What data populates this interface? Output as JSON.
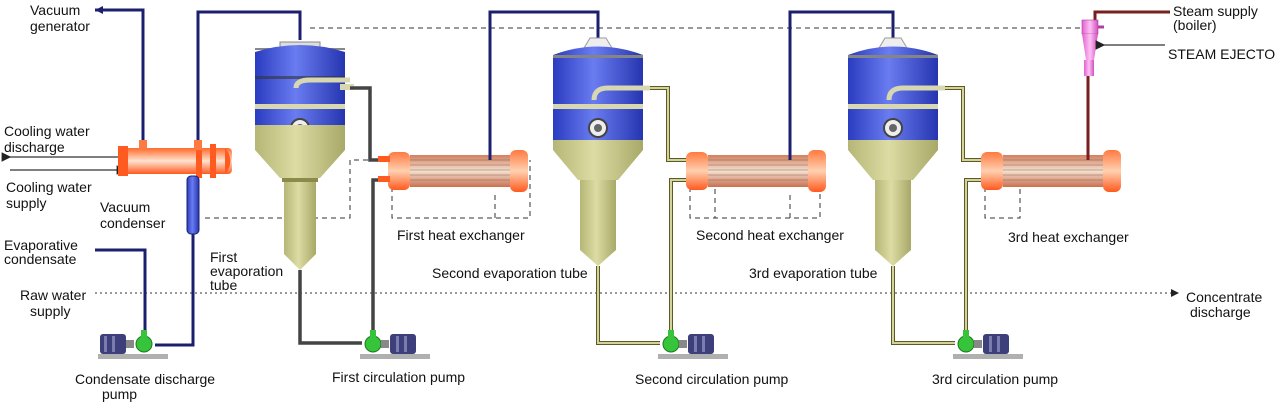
{
  "labels": {
    "vacuum_generator": [
      "Vacuum",
      "generator"
    ],
    "cooling_water_discharge": [
      "Cooling water",
      "discharge"
    ],
    "cooling_water_supply": [
      "Cooling water",
      "supply"
    ],
    "vacuum_condenser": [
      "Vacuum",
      "condenser"
    ],
    "evaporative_condensate": [
      "Evaporative",
      "condensate"
    ],
    "raw_water_supply": [
      "Raw water",
      "supply"
    ],
    "first_evaporation_tube": [
      "First",
      "evaporation",
      "tube"
    ],
    "condensate_discharge_pump": [
      "Condensate discharge",
      "pump"
    ],
    "first_circulation_pump": "First circulation pump",
    "first_heat_exchanger": "First heat exchanger",
    "second_evaporation_tube": "Second evaporation tube",
    "second_heat_exchanger": "Second heat exchanger",
    "second_circulation_pump": "Second circulation pump",
    "third_evaporation_tube": "3rd evaporation tube",
    "third_heat_exchanger": "3rd heat exchanger",
    "third_circulation_pump": "3rd circulation pump",
    "steam_supply": [
      "Steam supply",
      "(boiler)"
    ],
    "steam_ejector": "STEAM EJECTOR",
    "concentrate_discharge": [
      "Concentrate",
      "discharge"
    ]
  },
  "colors": {
    "vessel_blue": "#3d4fd6",
    "vessel_olive": "#c9c98a",
    "exchanger_orange": "#ff5a1f",
    "pump_green": "#36c43a",
    "motor_navy": "#3d3f7a",
    "ejector_pink": "#f07fe0",
    "steam_line": "#7a1f1f"
  }
}
